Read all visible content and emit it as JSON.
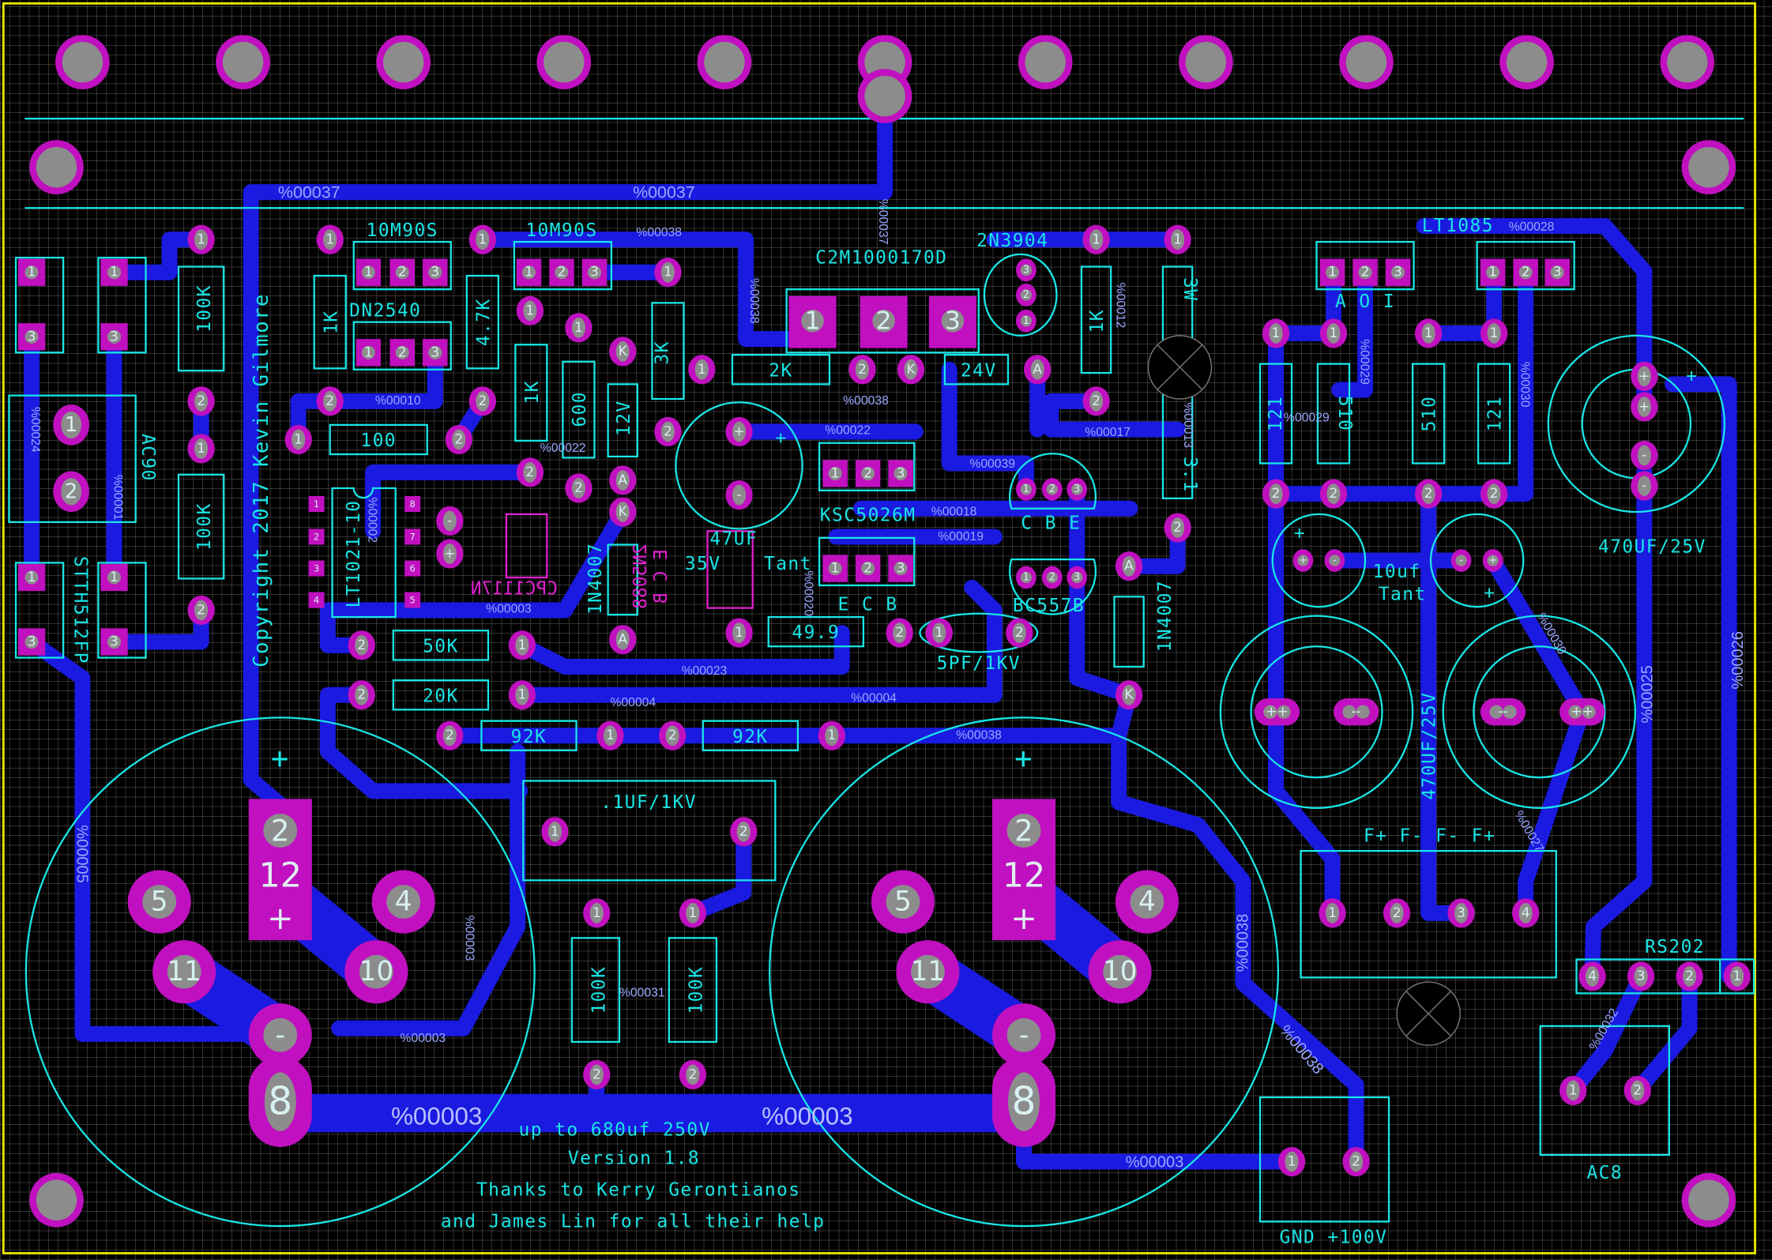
{
  "colors": {
    "trace": "#1a1ae0",
    "pad": "#c010c0",
    "silk": "#19e6e6",
    "border": "#e6e600",
    "background": "#000000"
  },
  "labels": {
    "net37a": "%00037",
    "net37b": "%00037",
    "net37v": "%00037",
    "u1": "10M90S",
    "u2": "10M90S",
    "u3": "DN2540",
    "q1": "C2M1000170D",
    "q2": "2N3904",
    "u4": "LT1085",
    "r100k_a": "100K",
    "r100k_b": "100K",
    "ac90": "AC90",
    "stth": "STTH512FP",
    "copyright": "Copyright 2017 Kevin Gilmore",
    "r1k_a": "1K",
    "r47k": "4.7K",
    "r100": "100",
    "r1k_b": "1K",
    "r600": "600",
    "z12": "12V",
    "r3k": "3K",
    "r2k": "2K",
    "z24": "24V",
    "r1k_c": "1K",
    "r3w": "3W",
    "r31": "3.1",
    "c47": "47UF",
    "c47v": "35V",
    "c47t": "Tant",
    "ksc": "KSC5026M",
    "cbe": "C  B  E",
    "bc": "BC557B",
    "ecb": "E  C  B",
    "d1": "1N4007",
    "d2": "1N4007",
    "lt1021": "LT1021-10",
    "cpc": "CPC1117N",
    "q2n": "2N5088",
    "q2nlet": "E C B",
    "r50k": "50K",
    "r20k": "20K",
    "r92a": "92K",
    "r92b": "92K",
    "c1uf": ".1UF/1KV",
    "r100k_c": "100K",
    "r100k_d": "100K",
    "r499": "49.9",
    "c5pf": "5PF/1KV",
    "r121a": "121",
    "r510a": "510",
    "r510b": "510",
    "r121b": "121",
    "aoi": "A  O  I",
    "c10": "10uf",
    "c10t": "Tant",
    "c470a": "470UF/25V",
    "c470b": "470UF/25V",
    "fpins": "F+   F-   F-   F+",
    "rs": "RS202",
    "ac8": "AC8",
    "gnd": "GND +100V",
    "big3a": "%00003",
    "big3b": "%00003",
    "net3c": "%00003",
    "note1": "up to 680uf 250V",
    "note2": "Version 1.8",
    "note3": "Thanks to Kerry Gerontianos",
    "note4": "and James Lin for all their help",
    "n38a": "%00038",
    "n38b": "%00038",
    "n38c": "%00038",
    "n38d": "%00038",
    "n38e": "%00038",
    "n38f": "%00038",
    "n10": "%00010",
    "n22": "%00022",
    "n22b": "%00022",
    "n23": "%00023",
    "n4": "%00004",
    "n4b": "%00004",
    "n3a": "%00003",
    "n3b": "%00003",
    "n3c": "%00003",
    "n1": "%00001",
    "n24": "%00024",
    "n5": "%00005",
    "n17": "%00017",
    "n39": "%00039",
    "n18": "%00018",
    "n19": "%00019",
    "n29": "%00029",
    "n30": "%00030",
    "n30b": "%00030",
    "n25": "%00025",
    "n26": "%00026",
    "n28": "%00028",
    "n32": "%00032",
    "n31": "%00031",
    "n27": "%00027",
    "n9": "%00029",
    "n12": "%00012",
    "n13": "%00013",
    "n20": "%00020",
    "n2": "%00002"
  },
  "pads": {
    "a1": "1",
    "a2": "2",
    "a3": "1",
    "a4": "2",
    "s1": "1",
    "s2": "3",
    "s3": "1",
    "s4": "3",
    "ac1": "1",
    "ac2": "2",
    "s5": "1",
    "s6": "3",
    "s7": "1",
    "s8": "3",
    "b1": "1",
    "b2": "2",
    "b3": "1",
    "b4": "2",
    "u1a": "1",
    "u1b": "2",
    "u1c": "3",
    "u3a": "1",
    "u3b": "2",
    "u3c": "3",
    "u2a": "1",
    "u2b": "2",
    "u2c": "3",
    "c1": "1",
    "c2": "2",
    "d1a": "1",
    "d1b": "2",
    "e1": "1",
    "e2": "2",
    "z1": "K",
    "z2": "A",
    "f1": "1",
    "f2": "2",
    "g1": "K",
    "g2": "A",
    "h1": "1",
    "h2": "2",
    "k1": "K",
    "k2": "A",
    "q1": "1",
    "q2": "2",
    "q3": "3",
    "n1": "3",
    "n2": "2",
    "n3": "1",
    "m1": "1",
    "m2": "2",
    "w1": "1",
    "w2": "2",
    "cp": "+",
    "cm": "-",
    "ks1": "1",
    "ks2": "2",
    "ks3": "3",
    "kt1": "1",
    "kt2": "2",
    "kt3": "3",
    "bx1": "1",
    "bx2": "2",
    "bx3": "3",
    "by1": "1",
    "by2": "2",
    "by3": "3",
    "dd1": "A",
    "dd2": "K",
    "r9a": "1",
    "r9b": "2",
    "p5a": "1",
    "p5b": "2",
    "r50a": "2",
    "r50b": "1",
    "r20a": "2",
    "r20b": "1",
    "r92a": "2",
    "r92b": "1",
    "r92c": "2",
    "r92d": "1",
    "cc1": "1",
    "cc2": "2",
    "rk1": "1",
    "rk2": "2",
    "rk3": "1",
    "rk4": "2",
    "lt1": "1",
    "lt2": "2",
    "lt3": "3",
    "lt4": "4",
    "lt8": "8",
    "lt7": "7",
    "lt6": "6",
    "lt5": "5",
    "cpm": "-",
    "cpp": "+",
    "ra1": "1",
    "ra2": "2",
    "rb1": "1",
    "rb2": "2",
    "rc1": "1",
    "rc2": "2",
    "rd1": "1",
    "rd2": "2",
    "va1": "1",
    "va2": "2",
    "va3": "3",
    "vb1": "1",
    "vb2": "2",
    "vb3": "3",
    "t1": "+",
    "t2": "-",
    "t3": "-",
    "t4": "+",
    "cb1": "+",
    "cb2": "+",
    "cb3": "-",
    "cb4": "-",
    "e11": "++",
    "e12": "--",
    "e21": "--",
    "e22": "++",
    "fp1": "1",
    "fp2": "2",
    "fp3": "3",
    "fp4": "4",
    "rs4": "4",
    "rs3": "3",
    "rs2": "2",
    "rs1": "1",
    "ac81": "1",
    "ac82": "2",
    "gp1": "1",
    "gp2": "2",
    "L5": "5",
    "L4": "4",
    "L11": "11",
    "L10": "10",
    "Lm": "-",
    "L8": "8",
    "L2": "2",
    "R5": "5",
    "R4": "4",
    "R11": "11",
    "R10": "10",
    "Rm": "-",
    "R8": "8",
    "R2": "2"
  },
  "transformer_labels": {
    "left_num": "12",
    "left_plus": "+",
    "right_num": "12",
    "right_plus": "+",
    "left_marker": "+",
    "right_marker": "+"
  }
}
